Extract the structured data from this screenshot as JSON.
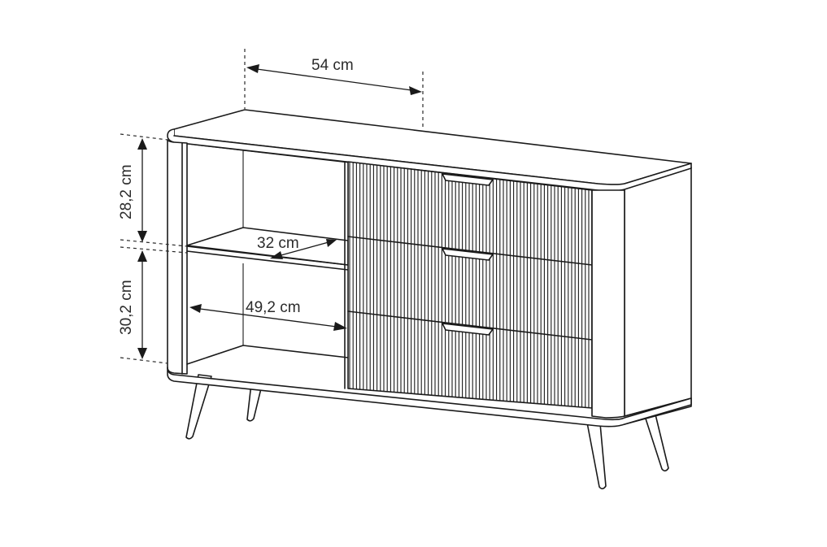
{
  "diagram": {
    "subject": "Sideboard with open shelf compartment and three fluted drawers",
    "colors": {
      "line": "#1a1a1a",
      "background": "#ffffff",
      "label": "#2b2b2b"
    },
    "dimensions": {
      "depth_top": "54 cm",
      "upper_compartment_height": "28,2 cm",
      "lower_compartment_height": "30,2 cm",
      "shelf_depth": "32 cm",
      "inner_width": "49,2 cm"
    },
    "parts": {
      "drawers": 3,
      "legs": 4,
      "shelves": 1
    }
  }
}
